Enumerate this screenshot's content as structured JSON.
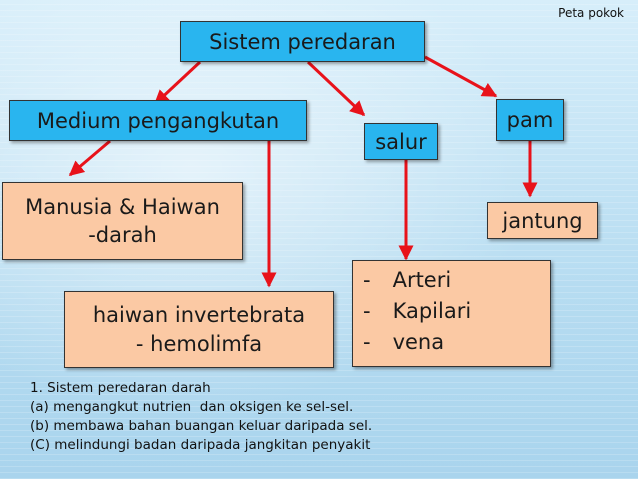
{
  "corner_label": "Peta pokok",
  "nodes": {
    "root": "Sistem peredaran",
    "medium": "Medium pengangkutan",
    "salur": "salur",
    "pam": "pam",
    "manusia": [
      "Manusia & Haiwan",
      "-darah"
    ],
    "jantung": "jantung",
    "parts": [
      {
        "bullet": "-",
        "text": "Arteri"
      },
      {
        "bullet": "-",
        "text": "Kapilari"
      },
      {
        "bullet": "-",
        "text": "vena"
      }
    ],
    "invertebrata": [
      "haiwan invertebrata",
      "- hemolimfa"
    ]
  },
  "notes": [
    "1. Sistem peredaran darah",
    "(a) mengangkut nutrien  dan oksigen ke sel-sel.",
    "(b) membawa bahan buangan keluar daripada sel.",
    "(C) melindungi badan daripada jangkitan penyakit"
  ],
  "colors": {
    "blue_box": "#29b5ef",
    "orange_box": "#fbc9a4",
    "arrow": "#e8121a"
  }
}
